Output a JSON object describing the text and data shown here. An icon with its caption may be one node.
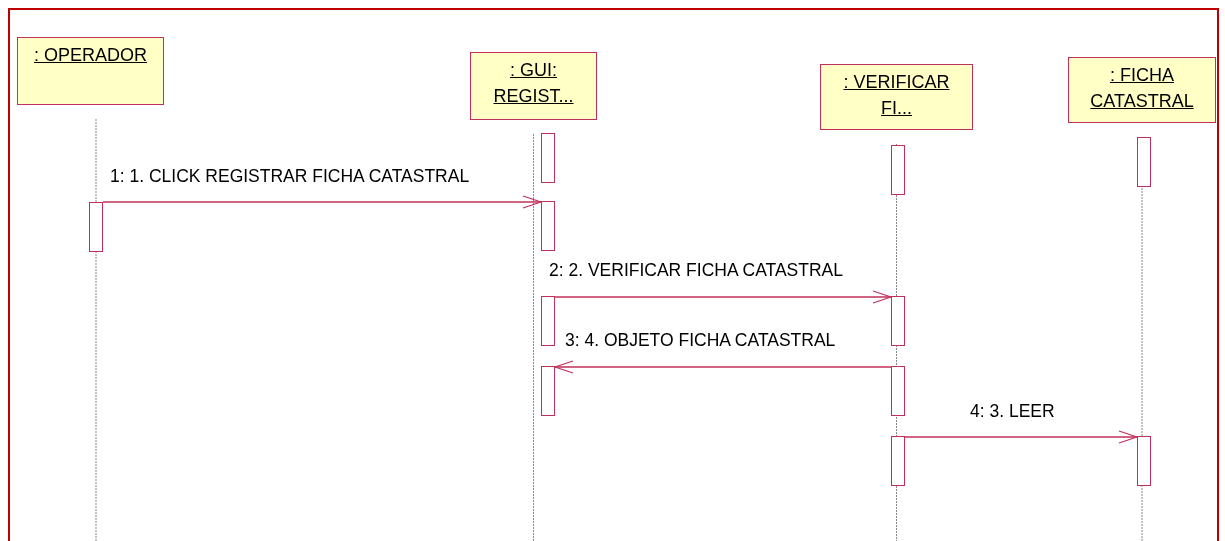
{
  "diagram": {
    "nodes": [
      {
        "text": [
          ": OPERADOR"
        ]
      },
      {
        "text": [
          ": GUI: REGIST..."
        ]
      },
      {
        "text": [
          ": VERIFICAR FI..."
        ]
      },
      {
        "text": [
          ": FICHA CATASTRAL"
        ]
      },
      {
        "text": [],
        "shape": "bar"
      },
      {
        "text": [],
        "shape": "bar"
      },
      {
        "text": [],
        "shape": "bar"
      },
      {
        "text": [],
        "shape": "bar"
      },
      {
        "text": [],
        "shape": "bar"
      },
      {
        "text": [],
        "shape": "bar"
      },
      {
        "text": [],
        "shape": "bar"
      },
      {
        "text": [],
        "shape": "bar"
      },
      {
        "text": [],
        "shape": "bar"
      },
      {
        "text": [],
        "shape": "bar"
      },
      {
        "text": [],
        "shape": "bar"
      }
    ],
    "edges": [
      {
        "from": 4,
        "to": 6,
        "arrow": "to",
        "label": "1: 1. CLICK REGISTRAR FICHA CATASTRAL"
      },
      {
        "from": 7,
        "to": 10,
        "arrow": "to",
        "label": "2: 2. VERIFICAR FICHA CATASTRAL"
      },
      {
        "from": 11,
        "to": 8,
        "arrow": "to",
        "label": "3: 4. OBJETO FICHA CATASTRAL"
      },
      {
        "from": 12,
        "to": 14,
        "arrow": "to",
        "label": "4: 3. LEER"
      }
    ]
  }
}
